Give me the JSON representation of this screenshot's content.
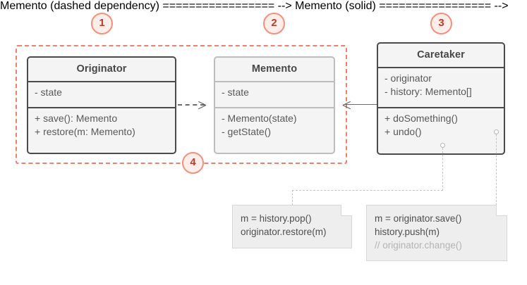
{
  "diagram": {
    "title": "Memento design pattern UML class diagram",
    "colors": {
      "background": "#ffffff",
      "group_border": "#f0806a",
      "badge_border": "#f3907c",
      "badge_fill": "#fdeeea",
      "badge_text": "#c0392b",
      "class_fill": "#f4f4f4",
      "class_border_dark": "#4b4b4b",
      "class_border_light": "#bdbdbd",
      "note_fill": "#eeeeee",
      "note_border": "#d6d6d6",
      "text": "#585858",
      "comment_text": "#b3b3b3",
      "connector": "#6a6a6a",
      "connector_light": "#c2c2c2"
    }
  },
  "classes": [
    {
      "id": "originator",
      "name": "Originator",
      "attributes": [
        "- state"
      ],
      "methods": [
        "+ save(): Memento",
        "+ restore(m: Memento)"
      ]
    },
    {
      "id": "memento",
      "name": "Memento",
      "attributes": [
        "- state"
      ],
      "methods": [
        "- Memento(state)",
        "- getState()"
      ]
    },
    {
      "id": "caretaker",
      "name": "Caretaker",
      "attributes": [
        "- originator",
        "- history: Memento[]"
      ],
      "methods": [
        "+ doSomething()",
        "+ undo()"
      ]
    }
  ],
  "badges": [
    {
      "id": "badge-1",
      "label": "1"
    },
    {
      "id": "badge-2",
      "label": "2"
    },
    {
      "id": "badge-3",
      "label": "3"
    },
    {
      "id": "badge-4",
      "label": "4"
    }
  ],
  "notes": [
    {
      "id": "note-undo",
      "lines": [
        {
          "text": "m = history.pop()",
          "comment": false
        },
        {
          "text": "originator.restore(m)",
          "comment": false
        }
      ]
    },
    {
      "id": "note-dosomething",
      "lines": [
        {
          "text": "m = originator.save()",
          "comment": false
        },
        {
          "text": "history.push(m)",
          "comment": false
        },
        {
          "text": "// originator.change()",
          "comment": true
        }
      ]
    }
  ],
  "relations": [
    {
      "id": "originator-to-memento",
      "style": "dashed",
      "arrow": "open",
      "from": "originator",
      "to": "memento"
    },
    {
      "id": "caretaker-to-memento",
      "style": "solid",
      "arrow": "open",
      "from": "caretaker",
      "to": "memento"
    }
  ]
}
